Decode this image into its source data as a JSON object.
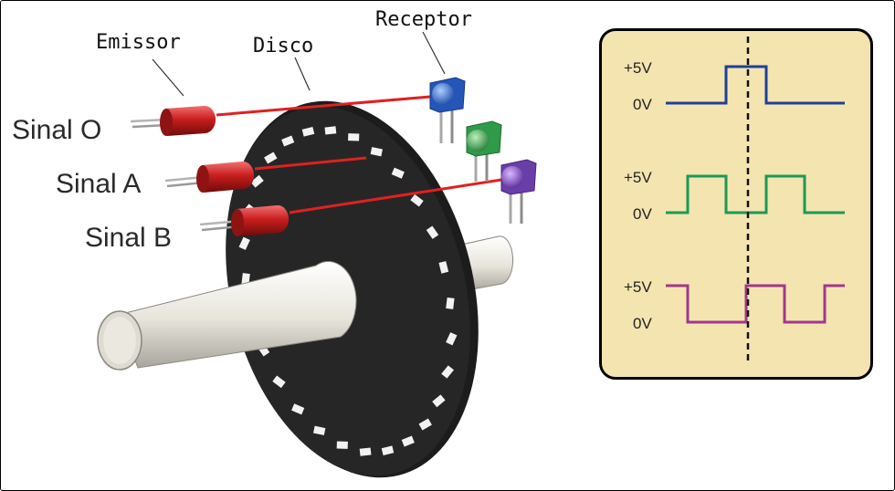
{
  "labels": {
    "emissor": "Emissor",
    "disco": "Disco",
    "receptor": "Receptor",
    "sinal_o": "Sinal O",
    "sinal_a": "Sinal A",
    "sinal_b": "Sinal B"
  },
  "scope": {
    "channels": [
      {
        "high_label": "+5V",
        "low_label": "0V",
        "color": "#1f3f9a"
      },
      {
        "high_label": "+5V",
        "low_label": "0V",
        "color": "#1a9a55"
      },
      {
        "high_label": "+5V",
        "low_label": "0V",
        "color": "#a0388e"
      }
    ]
  },
  "colors": {
    "beam": "#e02020",
    "disc": "#1c1c1c",
    "shaft": "#e8e6dc",
    "emitter": "#c81e1e",
    "receptor_o": "#2456b8",
    "receptor_a": "#2f9a4a",
    "receptor_b": "#6a3ea8",
    "panel": "#f4e4b0"
  }
}
